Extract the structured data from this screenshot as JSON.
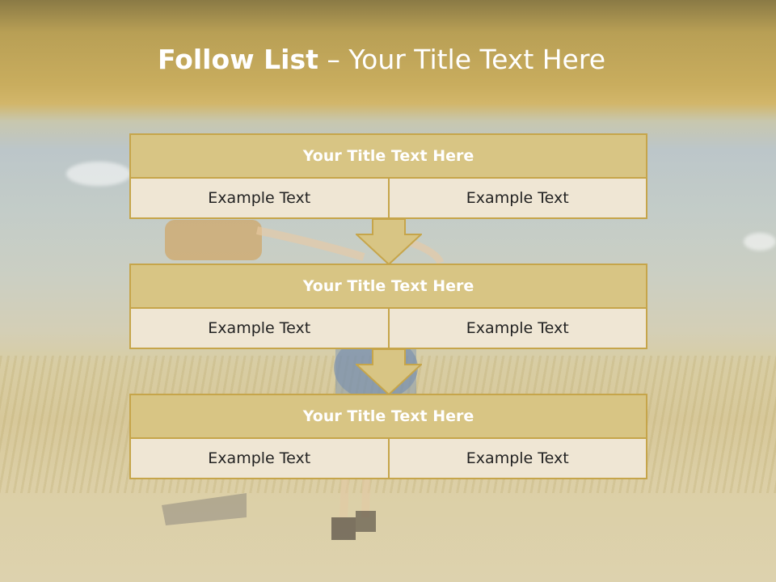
{
  "title": {
    "main": "Follow List",
    "rest": "– Your Title Text Here"
  },
  "blocks": [
    {
      "heading": "Your Title Text Here",
      "left": "Example Text",
      "right": "Example Text"
    },
    {
      "heading": "Your Title Text Here",
      "left": "Example Text",
      "right": "Example Text"
    },
    {
      "heading": "Your Title Text Here",
      "left": "Example Text",
      "right": "Example Text"
    }
  ],
  "colors": {
    "header_fill": "#d8c584",
    "border": "#c6a54a",
    "cell_fill": "#efe6d4",
    "arrow_fill": "#d8c584"
  },
  "icons": [
    "down-arrow-icon",
    "down-arrow-icon"
  ]
}
